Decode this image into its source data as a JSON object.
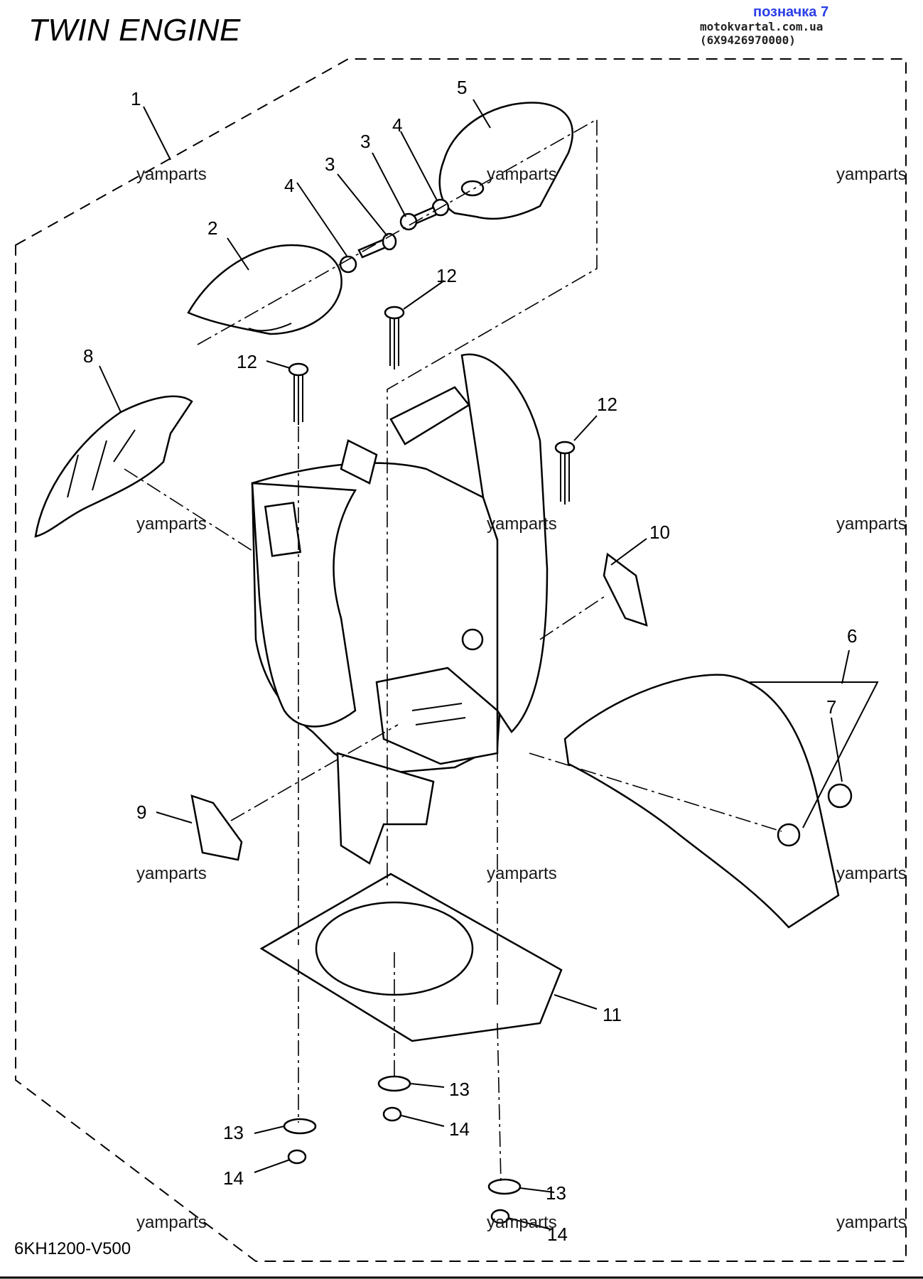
{
  "header": {
    "title": "TWIN ENGINE",
    "ref_label": "позначка 7",
    "ref_site": "motokvartal.com.ua (6X9426970000)"
  },
  "footer": {
    "code": "6KH1200-V500"
  },
  "watermark": "yamparts",
  "callouts": {
    "c1": "1",
    "c2": "2",
    "c3a": "3",
    "c3b": "3",
    "c4a": "4",
    "c4b": "4",
    "c5": "5",
    "c6": "6",
    "c7": "7",
    "c8": "8",
    "c9": "9",
    "c10": "10",
    "c11": "11",
    "c12a": "12",
    "c12b": "12",
    "c12c": "12",
    "c13a": "13",
    "c13b": "13",
    "c13c": "13",
    "c14a": "14",
    "c14b": "14",
    "c14c": "14"
  }
}
